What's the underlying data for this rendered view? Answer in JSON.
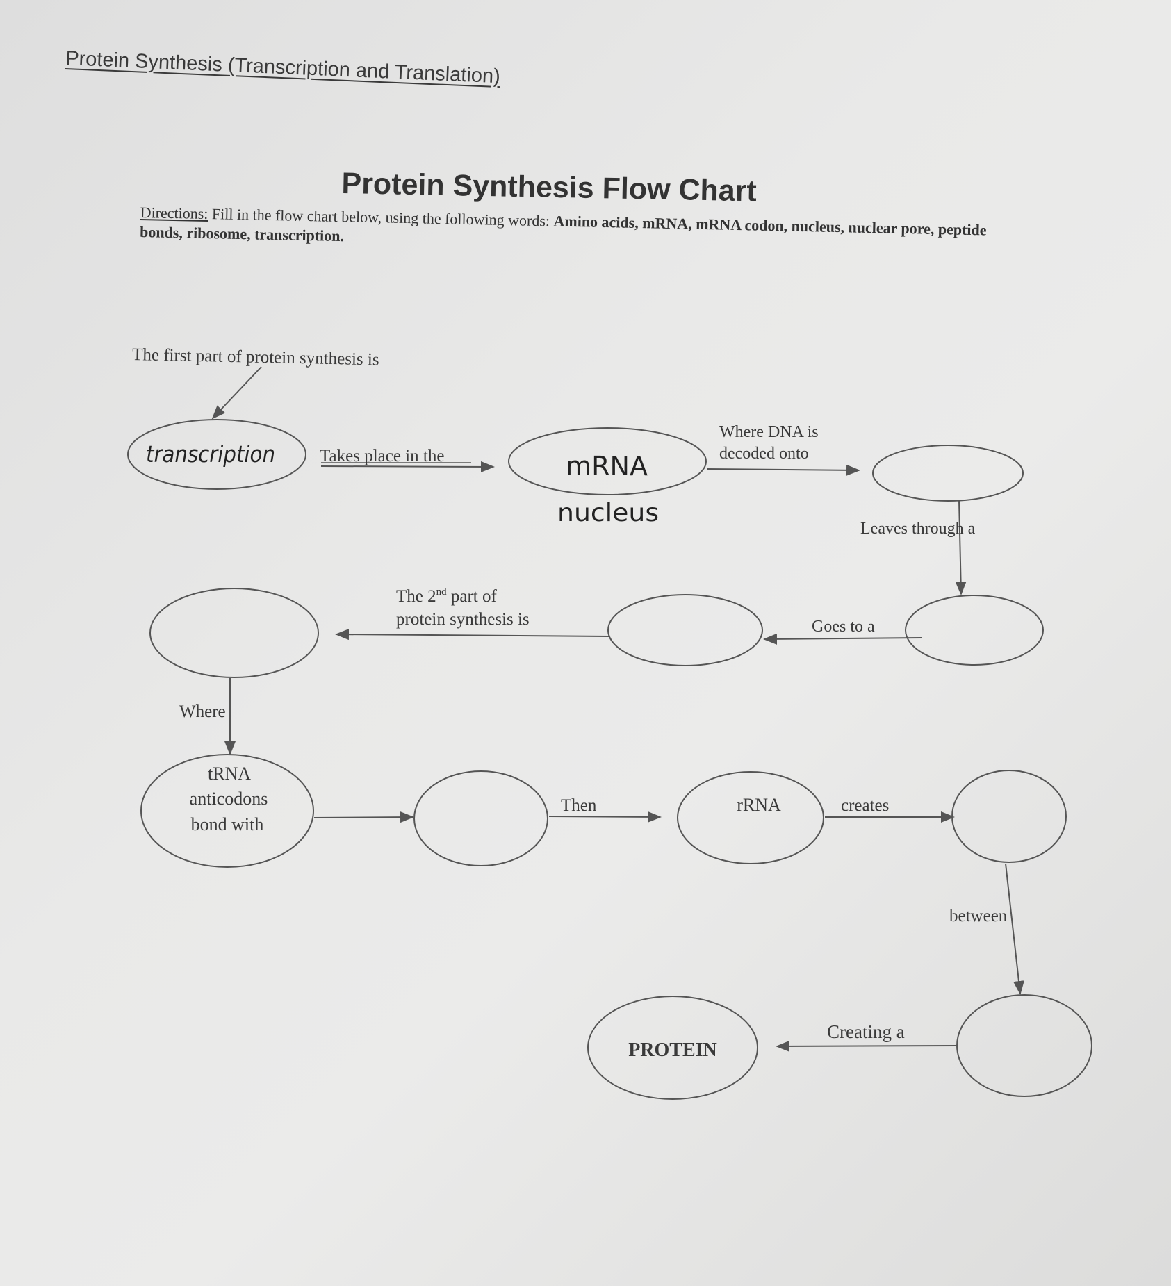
{
  "header": "Protein Synthesis (Transcription and Translation)",
  "title": "Protein Synthesis Flow Chart",
  "directions": {
    "label": "Directions:",
    "text": "Fill in the flow chart below, using the following words:",
    "words": "Amino acids, mRNA, mRNA codon, nucleus, nuclear pore, peptide bonds, ribosome, transcription."
  },
  "chart": {
    "intro": "The first part of protein synthesis is",
    "takes_place": "Takes place in the",
    "where_dna_1": "Where DNA is",
    "where_dna_2": "decoded onto",
    "leaves": "Leaves through a",
    "goes_to": "Goes to a",
    "second_1": "The 2",
    "second_sup": "nd",
    "second_1b": " part of",
    "second_2": "protein synthesis is",
    "where": "Where",
    "trna_1": "tRNA",
    "trna_2": "anticodons",
    "trna_3": "bond with",
    "then": "Then",
    "rrna": "rRNA",
    "creates": "creates",
    "between": "between",
    "creating": "Creating a",
    "protein": "PROTEIN"
  },
  "handwriting": {
    "answer_1": "transcription",
    "answer_2a": "mRNA",
    "answer_2b": "nucleus"
  }
}
